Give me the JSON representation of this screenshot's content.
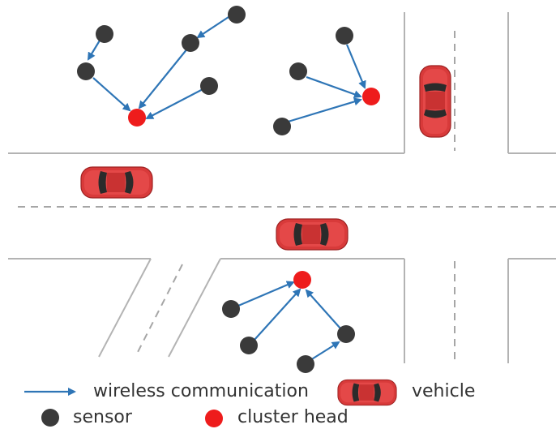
{
  "colors": {
    "road_line": "#b3b3b3",
    "lane_dash": "#a6a6a6",
    "sensor": "#3a3a3a",
    "cluster_head": "#ee1c1c",
    "arrow": "#2e75b6",
    "car_body": "#d83a3a",
    "car_glass": "#2b2b2b"
  },
  "icons": {
    "sensor": "dark-circle",
    "cluster_head": "red-circle",
    "vehicle": "red-car-top-view",
    "link": "blue-arrow"
  },
  "legend": {
    "wireless_label": "wireless communication",
    "vehicle_label": "vehicle",
    "sensor_label": "sensor",
    "cluster_head_label": "cluster head"
  }
}
